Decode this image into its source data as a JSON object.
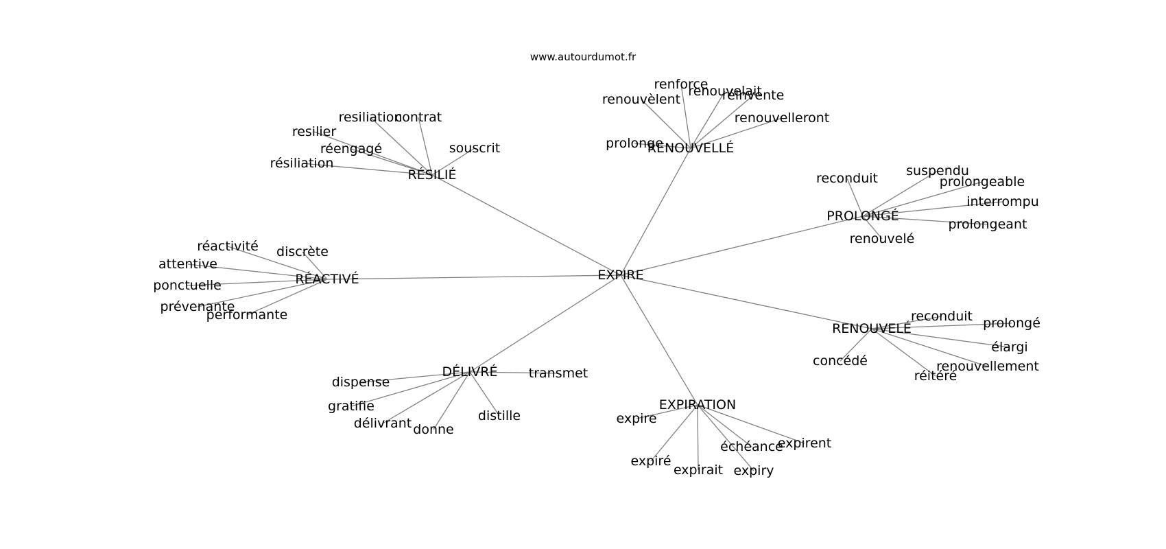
{
  "site": "www.autourdumot.fr",
  "colors": {
    "edge": "#808080",
    "text": "#000000",
    "background": "#ffffff"
  },
  "center": "EXPIRE",
  "clusters": [
    {
      "id": "resilie",
      "label": "RÉSILIÉ",
      "words": [
        "resiliation",
        "contrat",
        "resilier",
        "réengagé",
        "souscrit",
        "résiliation"
      ]
    },
    {
      "id": "renouvelle",
      "label": "RENOUVELLÉ",
      "words": [
        "renforce",
        "renouvèlent",
        "renouvelait",
        "réinvente",
        "renouvelleront",
        "prolonge"
      ]
    },
    {
      "id": "prolonge",
      "label": "PROLONGÉ",
      "words": [
        "reconduit",
        "suspendu",
        "prolongeable",
        "interrompu",
        "prolongeant",
        "renouvelé"
      ]
    },
    {
      "id": "reactive",
      "label": "RÉACTIVÉ",
      "words": [
        "réactivité",
        "discrète",
        "attentive",
        "ponctuelle",
        "prévenante",
        "performante"
      ]
    },
    {
      "id": "renouvele",
      "label": "RENOUVELÉ",
      "words": [
        "reconduit",
        "prolongé",
        "élargi",
        "concédé",
        "renouvellement",
        "réitéré"
      ]
    },
    {
      "id": "delivre",
      "label": "DÉLIVRÉ",
      "words": [
        "transmet",
        "dispense",
        "gratifie",
        "délivrant",
        "donne",
        "distille"
      ]
    },
    {
      "id": "expiration",
      "label": "EXPIRATION",
      "words": [
        "expire",
        "échéance",
        "expirent",
        "expiré",
        "expirait",
        "expiry"
      ]
    }
  ]
}
